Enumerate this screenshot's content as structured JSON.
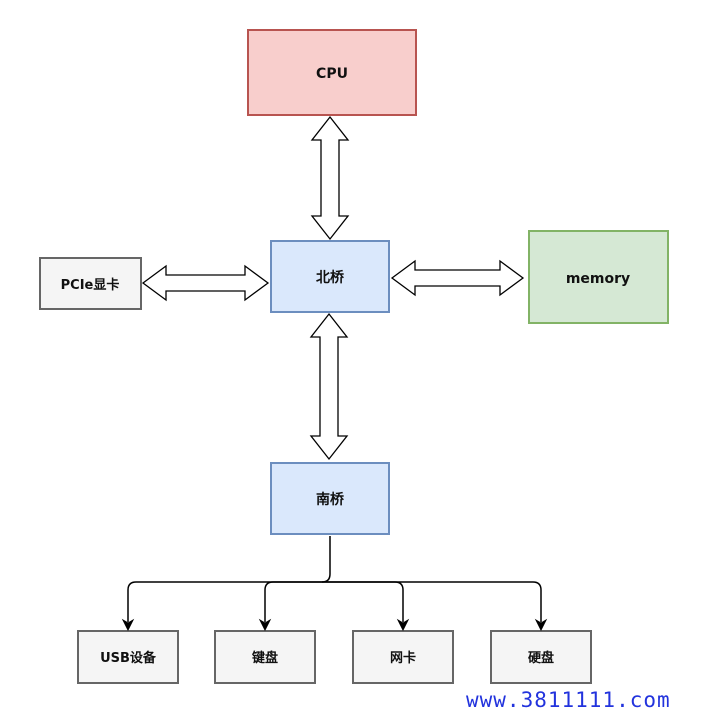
{
  "nodes": {
    "cpu": {
      "label": "CPU",
      "fill": "#f8cecc",
      "stroke": "#b85450"
    },
    "north_bridge": {
      "label": "北桥",
      "fill": "#dae8fc",
      "stroke": "#6c8ebf"
    },
    "memory": {
      "label": "memory",
      "fill": "#d5e8d4",
      "stroke": "#82b366"
    },
    "pcie_gpu": {
      "label": "PCIe显卡",
      "fill": "#f5f5f5",
      "stroke": "#666666"
    },
    "south_bridge": {
      "label": "南桥",
      "fill": "#dae8fc",
      "stroke": "#6c8ebf"
    },
    "usb_device": {
      "label": "USB设备",
      "fill": "#f5f5f5",
      "stroke": "#666666"
    },
    "keyboard": {
      "label": "键盘",
      "fill": "#f5f5f5",
      "stroke": "#666666"
    },
    "nic": {
      "label": "网卡",
      "fill": "#f5f5f5",
      "stroke": "#666666"
    },
    "hard_disk": {
      "label": "硬盘",
      "fill": "#f5f5f5",
      "stroke": "#666666"
    }
  },
  "watermark": "www.3811111.com",
  "colors": {
    "watermark": "#2233dd",
    "arrow": "#000000"
  }
}
